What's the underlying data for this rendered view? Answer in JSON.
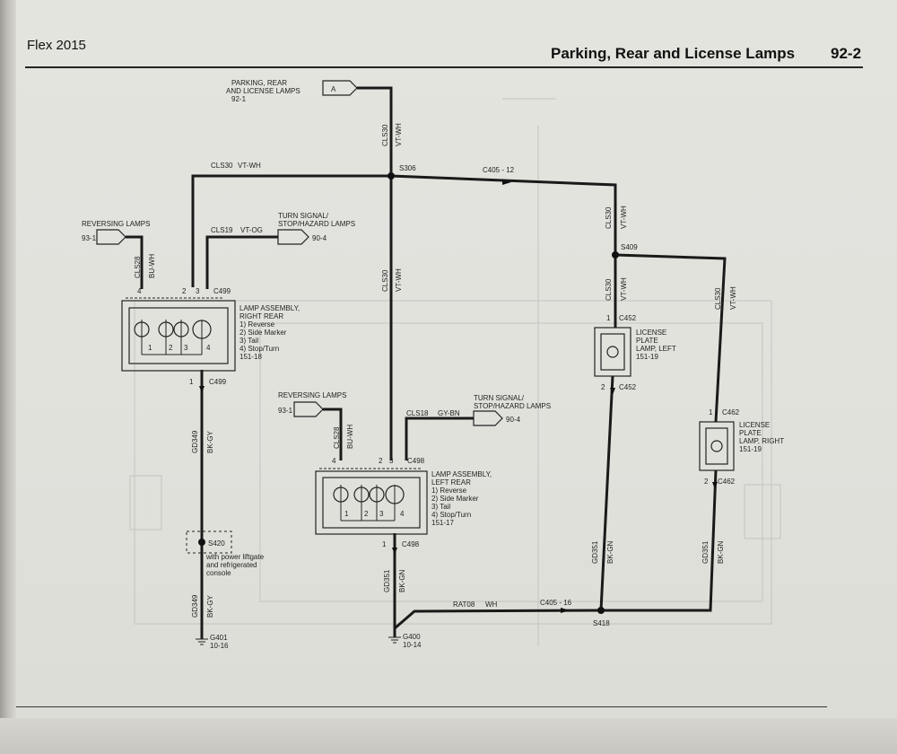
{
  "header": {
    "model": "Flex 2015",
    "title": "Parking, Rear and License Lamps",
    "page": "92-2"
  },
  "wires": {
    "cls30": "CLS30",
    "vtwh": "VT-WH",
    "cls19": "CLS19",
    "vtog": "VT-OG",
    "cls28": "CLS28",
    "buwh": "BU-WH",
    "cls18": "CLS18",
    "gybn": "GY-BN",
    "gd349": "GD349",
    "bkgy": "BK-GY",
    "gd351": "GD351",
    "bkgn": "BK-GN",
    "rat08": "RAT08",
    "wh": "WH"
  },
  "splices": {
    "s306": "S306",
    "s409": "S409",
    "s420": "S420",
    "s418": "S418"
  },
  "connectors": {
    "c405_12": "C405  - 12",
    "c405_16": "C405  - 16",
    "c499": "C499",
    "c498": "C498",
    "c452": "C452",
    "c462": "C462"
  },
  "pins": {
    "p1": "1",
    "p2": "2",
    "p3": "3",
    "p4": "4"
  },
  "offpage": {
    "a_letter": "A",
    "a_lines": [
      "PARKING, REAR",
      "AND LICENSE LAMPS",
      "92-1"
    ],
    "reversing": "REVERSING LAMPS",
    "ref_931": "93-1",
    "turn_lines": [
      "TURN SIGNAL/",
      "STOP/HAZARD LAMPS"
    ],
    "ref_904": "90-4"
  },
  "components": {
    "right_rear": [
      "LAMP ASSEMBLY,",
      "RIGHT REAR",
      "1) Reverse",
      "2) Side Marker",
      "3) Tail",
      "4) Stop/Turn",
      "151-18"
    ],
    "left_rear": [
      "LAMP ASSEMBLY,",
      "LEFT REAR",
      "1) Reverse",
      "2) Side Marker",
      "3) Tail",
      "4) Stop/Turn",
      "151-17"
    ],
    "lic_left": [
      "LICENSE",
      "PLATE",
      "LAMP, LEFT",
      "151-19"
    ],
    "lic_right": [
      "LICENSE",
      "PLATE",
      "LAMP, RIGHT",
      "151-19"
    ]
  },
  "notes": {
    "s420": [
      "with power liftgate",
      "and refrigerated",
      "console"
    ]
  },
  "grounds": {
    "g401": [
      "G401",
      "10-16"
    ],
    "g400": [
      "G400",
      "10-14"
    ]
  }
}
